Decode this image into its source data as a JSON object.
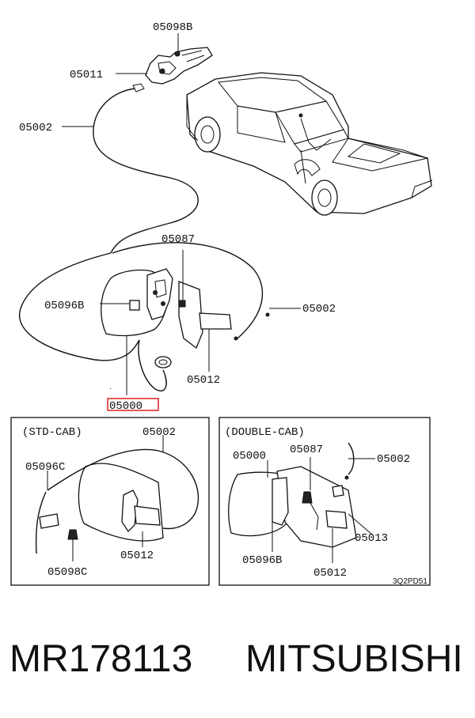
{
  "labels": {
    "p05098B": "05098B",
    "p05011": "05011",
    "p05002_top": "05002",
    "p05087_main": "05087",
    "p05096B_main": "05096B",
    "p05002_right": "05002",
    "p05012_main": "05012",
    "p05000_main": "05000",
    "std_cab_title": "(STD-CAB)",
    "std_05002": "05002",
    "std_05096C": "05096C",
    "std_05098C": "05098C",
    "std_05012": "05012",
    "dbl_cab_title": "(DOUBLE-CAB)",
    "dbl_05000": "05000",
    "dbl_05087": "05087",
    "dbl_05002": "05002",
    "dbl_05013": "05013",
    "dbl_05096B": "05096B",
    "dbl_05012": "05012",
    "diagram_code": "3Q2PD51"
  },
  "highlight_color": "#e02020",
  "footer": {
    "part_number": "MR178113",
    "brand": "MITSUBISHI"
  }
}
